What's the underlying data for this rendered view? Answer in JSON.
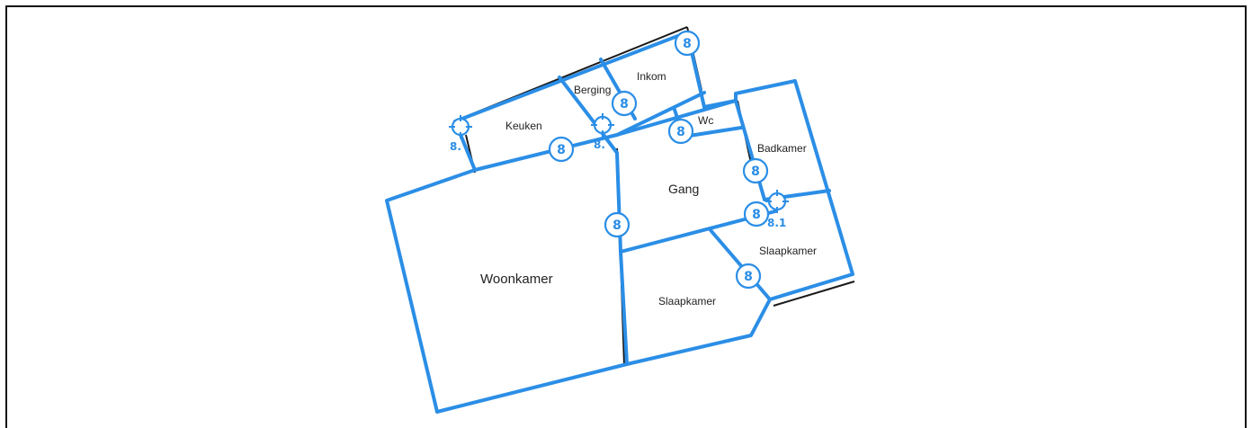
{
  "floorplan": {
    "rooms": [
      {
        "key": "inkom",
        "label": "Inkom"
      },
      {
        "key": "berging",
        "label": "Berging"
      },
      {
        "key": "keuken",
        "label": "Keuken"
      },
      {
        "key": "wc",
        "label": "Wc"
      },
      {
        "key": "badkamer",
        "label": "Badkamer"
      },
      {
        "key": "gang",
        "label": "Gang"
      },
      {
        "key": "slaapkamer1",
        "label": "Slaapkamer"
      },
      {
        "key": "slaapkamer2",
        "label": "Slaapkamer"
      },
      {
        "key": "woonkamer",
        "label": "Woonkamer"
      }
    ],
    "door_badges": [
      {
        "value": "8"
      },
      {
        "value": "8"
      },
      {
        "value": "8"
      },
      {
        "value": "8"
      },
      {
        "value": "8"
      },
      {
        "value": "8"
      },
      {
        "value": "8"
      },
      {
        "value": "8"
      }
    ],
    "sensors": [
      {
        "value": "8."
      },
      {
        "value": "8."
      },
      {
        "value": "8.1"
      }
    ],
    "colors": {
      "wall": "#2b8ee6",
      "accent": "#2b8ee6",
      "background": "#ffffff"
    }
  }
}
